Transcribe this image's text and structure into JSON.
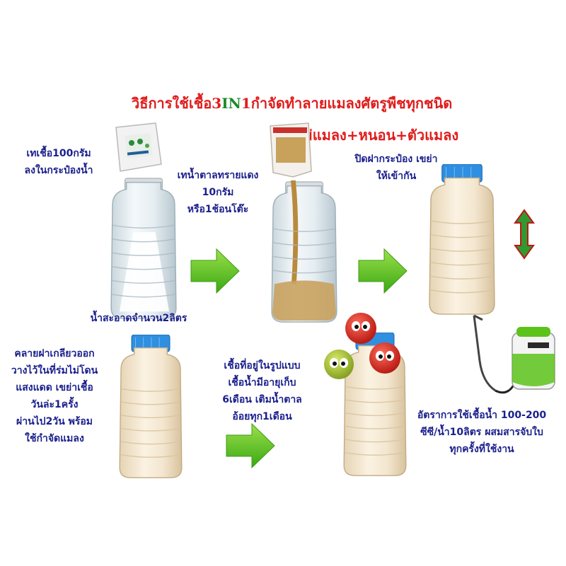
{
  "title": {
    "part1": "วิธีการใช้เชื้อ",
    "part2": "3",
    "part3": "IN",
    "part4": "1",
    "part5": "กำจัดทำลายแมลงศัตรูพืชทุกชนิด",
    "line2": "ไข่แมลง+หนอน+ตัวแมลง",
    "color_red": "#e01b1b",
    "color_green": "#1c8a2a"
  },
  "steps": {
    "step1_line1": "เทเชื้อ100กรัม",
    "step1_line2": "ลงในกระป๋องน้ำ",
    "step1_bottom": "น้ำสะอาดจำนวน2ลิตร",
    "step2_line1": "เทน้ำตาลทรายแดง",
    "step2_line2": "10กรัม",
    "step2_line3": "หรือ1ช้อนโต๊ะ",
    "step3_line1": "ปิดฝากระป๋อง เขย่า",
    "step3_line2": "ให้เข้ากัน",
    "step4_line1": "คลายฝาเกลียวออก",
    "step4_line2": "วางไว้ในที่ร่มไม่โดน",
    "step4_line3": "แสงแดด เขย่าเชื้อ",
    "step4_line4": "วันล่ะ1ครั้ง",
    "step4_line5": "ผ่านไป2วัน พร้อม",
    "step4_line6": "ใช้กำจัดแมลง",
    "step5_line1": "เชื้อที่อยู่ในรูปแบบ",
    "step5_line2": "เชื้อน้ำมีอายุเก็บ",
    "step5_line3": "6เดือน เติมน้ำตาล",
    "step5_line4": "อ้อยทุก1เดือน",
    "step6_line1": "อัตราการใช้เชื้อน้ำ 100-200",
    "step6_line2": "ซีซี/น้ำ10ลิตร ผสมสารจับใบ",
    "step6_line3": "ทุกครั้งที่ใช้งาน"
  },
  "colors": {
    "text_blue": "#1a1f8c",
    "arrow_green": "#5cc31a",
    "cap_blue": "#2f8fe0",
    "liquid": "#f3e7cf"
  }
}
